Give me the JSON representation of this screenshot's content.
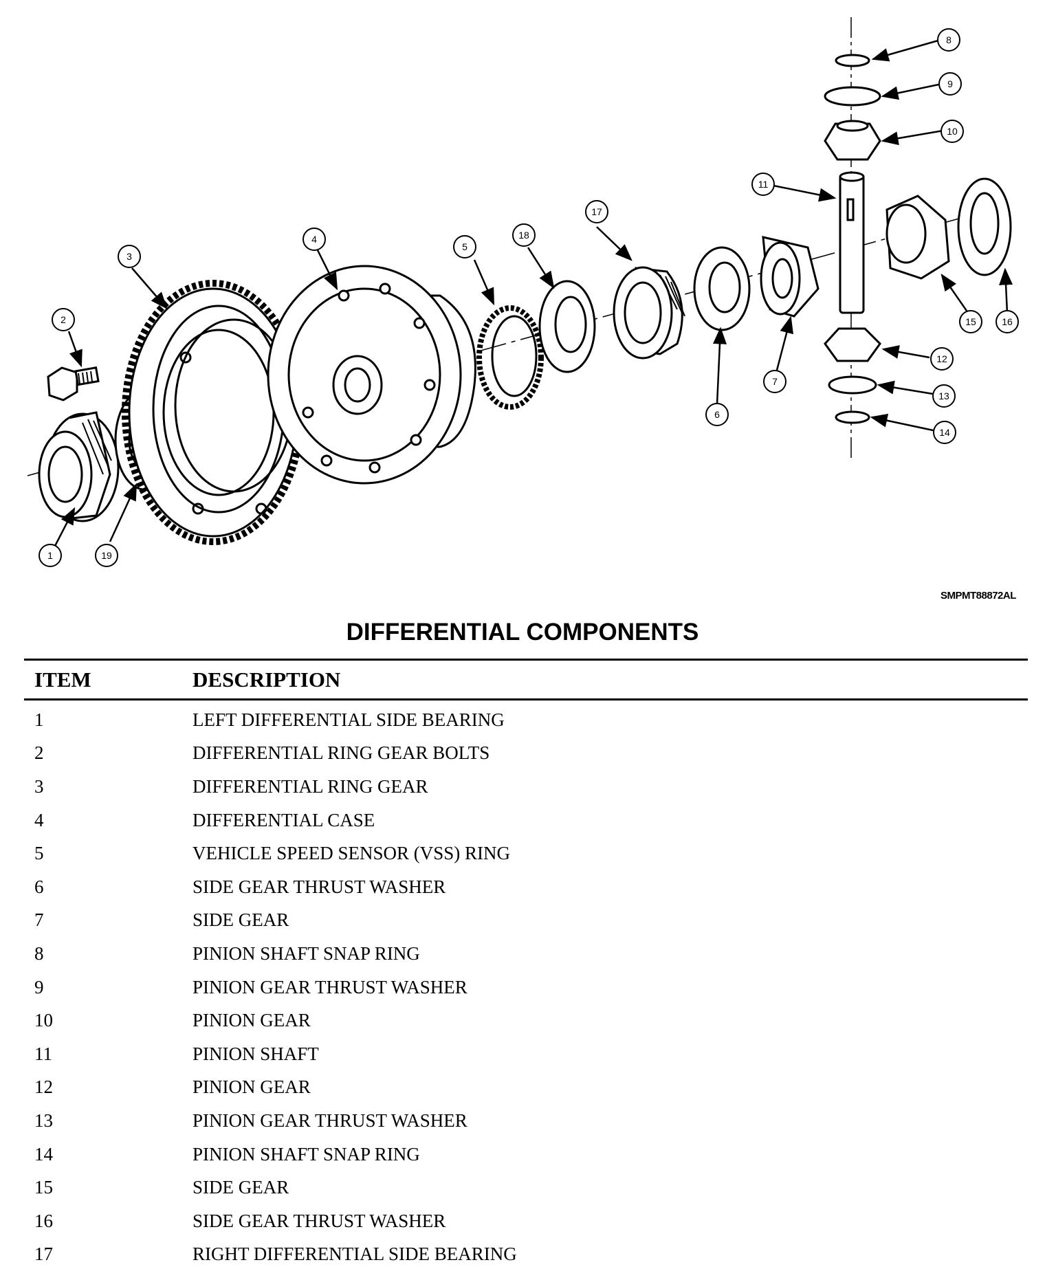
{
  "figure_code": "SMPMT88872AL",
  "title": "DIFFERENTIAL COMPONENTS",
  "table": {
    "headers": {
      "item": "ITEM",
      "description": "DESCRIPTION"
    },
    "rows": [
      {
        "item": "1",
        "description": "LEFT DIFFERENTIAL SIDE BEARING"
      },
      {
        "item": "2",
        "description": "DIFFERENTIAL RING GEAR BOLTS"
      },
      {
        "item": "3",
        "description": "DIFFERENTIAL RING GEAR"
      },
      {
        "item": "4",
        "description": "DIFFERENTIAL CASE"
      },
      {
        "item": "5",
        "description": "VEHICLE SPEED SENSOR (VSS) RING"
      },
      {
        "item": "6",
        "description": "SIDE GEAR THRUST WASHER"
      },
      {
        "item": "7",
        "description": "SIDE GEAR"
      },
      {
        "item": "8",
        "description": "PINION SHAFT SNAP RING"
      },
      {
        "item": "9",
        "description": "PINION GEAR THRUST WASHER"
      },
      {
        "item": "10",
        "description": "PINION GEAR"
      },
      {
        "item": "11",
        "description": "PINION SHAFT"
      },
      {
        "item": "12",
        "description": "PINION GEAR"
      },
      {
        "item": "13",
        "description": "PINION GEAR THRUST WASHER"
      },
      {
        "item": "14",
        "description": "PINION SHAFT SNAP RING"
      },
      {
        "item": "15",
        "description": "SIDE GEAR"
      },
      {
        "item": "16",
        "description": "SIDE GEAR THRUST WASHER"
      },
      {
        "item": "17",
        "description": "RIGHT DIFFERENTIAL SIDE BEARING"
      }
    ]
  },
  "callouts": [
    "1",
    "2",
    "3",
    "4",
    "5",
    "6",
    "7",
    "8",
    "9",
    "10",
    "11",
    "12",
    "13",
    "14",
    "15",
    "16",
    "17",
    "18",
    "19"
  ]
}
